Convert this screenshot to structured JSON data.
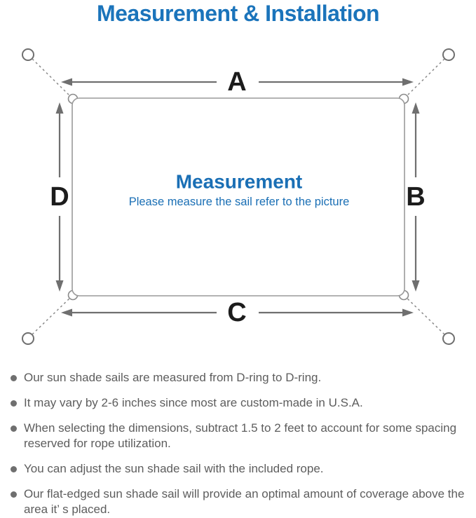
{
  "title": "Measurement & Installation",
  "colors": {
    "accent_blue": "#1b74bb",
    "diagram_blue": "#1a6fb5",
    "line_gray": "#6f6f6f",
    "outline_gray": "#9a9a9a",
    "text_gray": "#5d5d5d"
  },
  "diagram": {
    "label_top": "A",
    "label_right": "B",
    "label_bottom": "C",
    "label_left": "D",
    "center_heading": "Measurement",
    "center_subtitle": "Please measure the sail refer to the picture"
  },
  "notes": [
    "Our sun shade sails are measured from D-ring to D-ring.",
    "It may vary by 2-6 inches since most are custom-made in U.S.A.",
    "When selecting the dimensions, subtract 1.5 to 2 feet to account for some spacing reserved for rope utilization.",
    "You can adjust the sun shade sail with the included rope.",
    "Our flat-edged sun shade sail will provide an optimal amount of coverage above the area it’ s placed."
  ]
}
